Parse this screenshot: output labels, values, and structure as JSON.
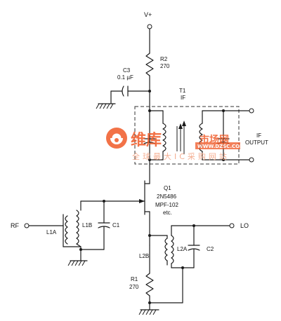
{
  "labels": {
    "supply": "V+",
    "r2_name": "R2",
    "r2_value": "270",
    "c3_name": "C3",
    "c3_value": "0.1 µF",
    "t1_name": "T1",
    "t1_type": "IF",
    "if_out_line1": "IF",
    "if_out_line2": "OUTPUT",
    "q1_name": "Q1",
    "q1_part1": "2N5486",
    "q1_part2": "MPF-102",
    "q1_part3": "etc.",
    "rf": "RF",
    "l1a": "L1A",
    "l1b": "L1B",
    "c1": "C1",
    "lo": "LO",
    "l2a": "L2A",
    "c2": "C2",
    "l2b": "L2B",
    "r1_name": "R1",
    "r1_value": "270"
  },
  "watermark": {
    "brand": "维库",
    "brand2": "市场网",
    "url": "WWW.DZSC.COM",
    "tagline": "全球最大IC采购网站",
    "colors": {
      "primary": "#f05a28",
      "light": "#f3a07e"
    }
  }
}
